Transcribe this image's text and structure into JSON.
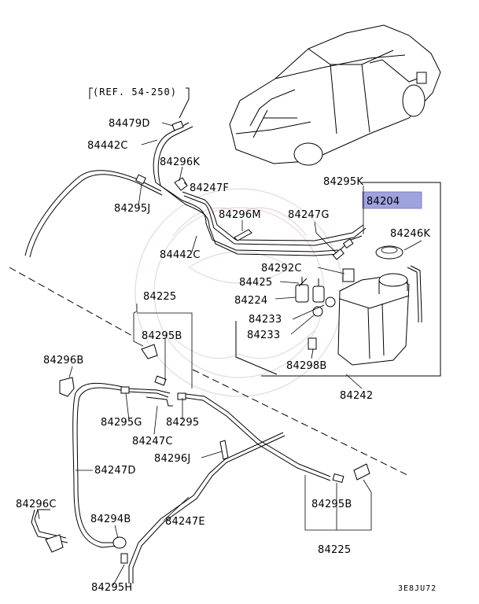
{
  "diagram": {
    "reference": "(REF. 54-250)",
    "drawing_code": "3E8JU72",
    "highlight_color": "#9fa3dd",
    "parts": {
      "p84479D": "84479D",
      "p84442C_top": "84442C",
      "p84296K": "84296K",
      "p84247F": "84247F",
      "p84295J": "84295J",
      "p84296M": "84296M",
      "p84247G": "84247G",
      "p84442C_bottom": "84442C",
      "p84295K": "84295K",
      "p84204": "84204",
      "p84246K": "84246K",
      "p84292C": "84292C",
      "p84425": "84425",
      "p84224": "84224",
      "p84233_a": "84233",
      "p84233_b": "84233",
      "p84298B": "84298B",
      "p84242": "84242",
      "p84225_top": "84225",
      "p84295B_top": "84295B",
      "p84296B": "84296B",
      "p84295G": "84295G",
      "p84295": "84295",
      "p84247C": "84247C",
      "p84296J": "84296J",
      "p84247D": "84247D",
      "p84296C": "84296C",
      "p84294B": "84294B",
      "p84247E": "84247E",
      "p84295B_bottom": "84295B",
      "p84225_bottom": "84225",
      "p84295H": "84295H"
    }
  }
}
